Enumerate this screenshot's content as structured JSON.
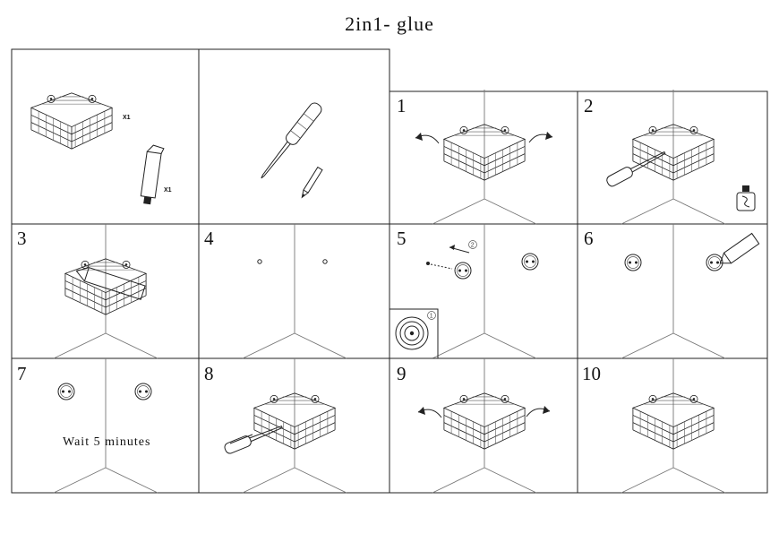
{
  "title": "2in1- glue",
  "parts": {
    "basket_qty": "X1",
    "glue_qty": "X1"
  },
  "steps": [
    {
      "number": "1"
    },
    {
      "number": "2"
    },
    {
      "number": "3"
    },
    {
      "number": "4"
    },
    {
      "number": "5",
      "arrow_label": "2",
      "inset_label": "1"
    },
    {
      "number": "6"
    },
    {
      "number": "7",
      "note": "Wait 5 minutes"
    },
    {
      "number": "8"
    },
    {
      "number": "9"
    },
    {
      "number": "10"
    }
  ]
}
